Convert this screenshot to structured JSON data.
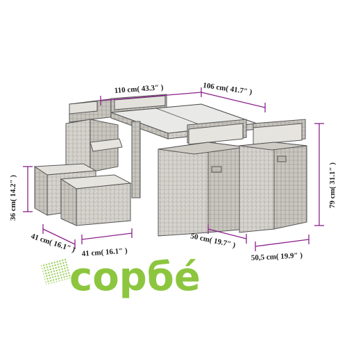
{
  "dimensions": {
    "table_length": "110 cm( 43.3″ )",
    "table_width": "106 cm( 41.7″ )",
    "table_height": "79 cm( 31.1″ )",
    "stool_height": "36 cm( 14.2″ )",
    "stool_depth": "41 cm( 16.1″ )",
    "stool_width": "41 cm( 16.1″ )",
    "chair_width": "50 cm( 19.7″ )",
    "chair_depth": "50,5 cm( 19.9″ )"
  },
  "watermark": {
    "text": "сорбé"
  },
  "colors": {
    "dimension_line": "#8a1f8a",
    "watermark": "#8cc63f",
    "wicker": "#d6d4cf"
  }
}
